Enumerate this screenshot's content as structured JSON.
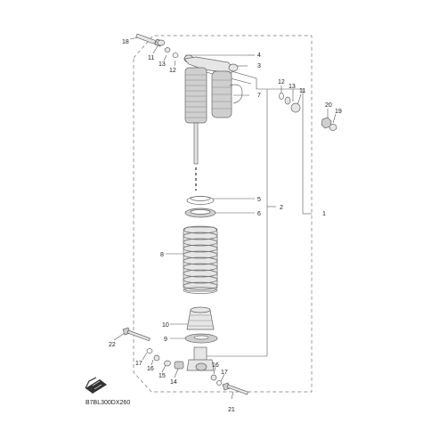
{
  "diagram_code": "B7BL300DX260",
  "callouts": {
    "c1": "1",
    "c2": "2",
    "c3": "3",
    "c4": "4",
    "c5": "5",
    "c6": "6",
    "c7": "7",
    "c8": "8",
    "c9": "9",
    "c10": "10",
    "c11a": "11",
    "c11b": "11",
    "c12a": "12",
    "c12b": "12",
    "c13a": "13",
    "c13b": "13",
    "c14": "14",
    "c15": "15",
    "c16a": "16",
    "c16b": "16",
    "c17a": "17",
    "c17b": "17",
    "c18": "18",
    "c19": "19",
    "c20": "20",
    "c21": "21",
    "c22": "22"
  }
}
